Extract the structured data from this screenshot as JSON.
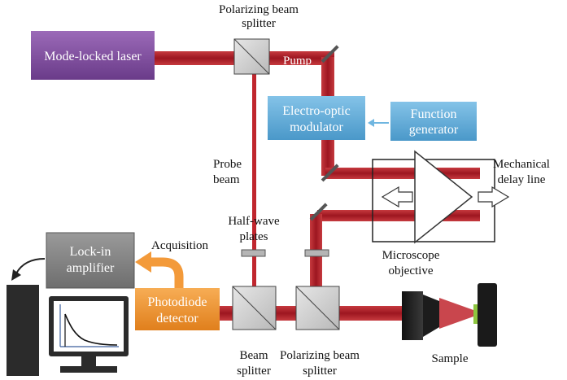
{
  "blocks": {
    "laser": "Mode-locked laser",
    "eom": [
      "Electro-optic",
      "modulator"
    ],
    "function_gen": [
      "Function",
      "generator"
    ],
    "lockin": [
      "Lock-in",
      "amplifier"
    ],
    "photodiode": [
      "Photodiode",
      "detector"
    ]
  },
  "labels": {
    "pbs_top": [
      "Polarizing beam",
      "splitter"
    ],
    "pump": "Pump",
    "probe": [
      "Probe",
      "beam"
    ],
    "halfwave": [
      "Half-wave",
      "plates"
    ],
    "acquisition": "Acquisition",
    "delay_line": [
      "Mechanical",
      "delay line"
    ],
    "objective": [
      "Microscope",
      "objective"
    ],
    "beam_splitter": [
      "Beam",
      "splitter"
    ],
    "pbs_bottom": [
      "Polarizing beam",
      "splitter"
    ],
    "sample": "Sample"
  },
  "colors": {
    "laser_block": "#7b4a9a",
    "eom_block": "#5aa9d6",
    "lockin_block": "#7f7f7f",
    "photodiode_block": "#f0922e",
    "beam": "#b3202a"
  }
}
